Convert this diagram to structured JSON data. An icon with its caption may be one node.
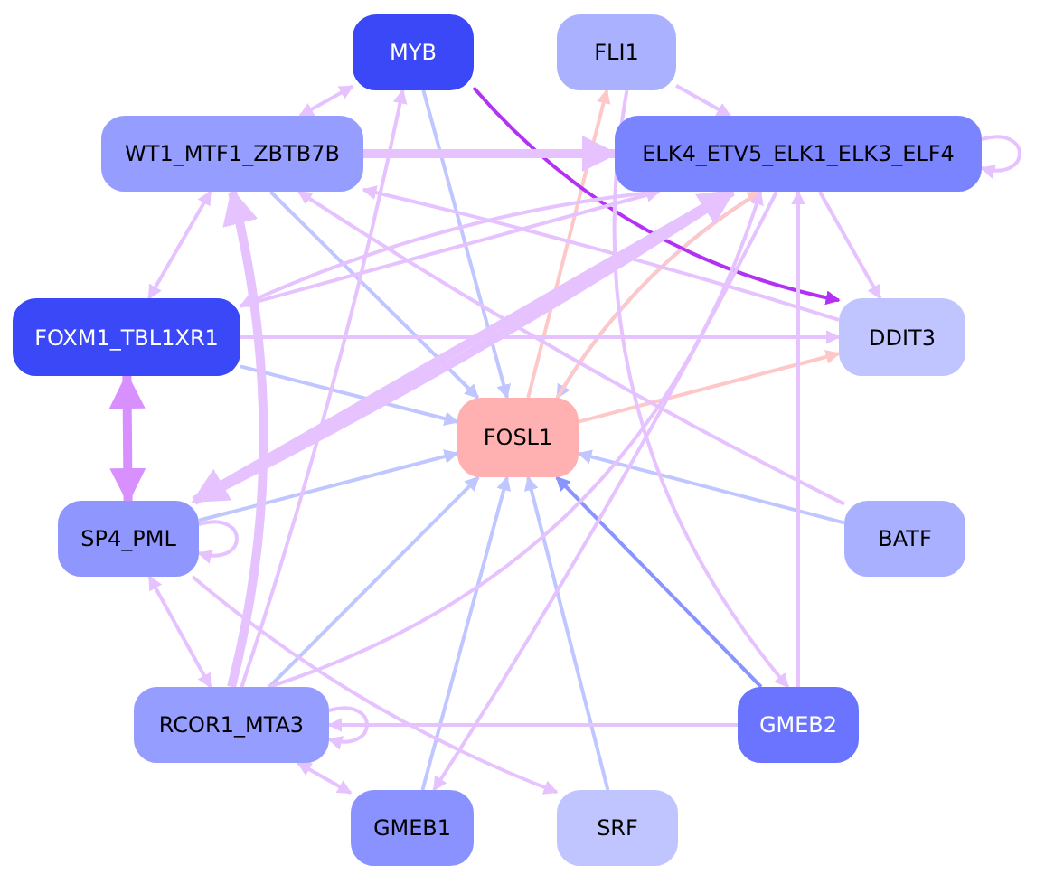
{
  "diagram": {
    "nodes": [
      {
        "text": [
          "MYB"
        ]
      },
      {
        "text": [
          "FLI1"
        ]
      },
      {
        "text": [
          "WT1_MTF1_ZBTB7B"
        ]
      },
      {
        "text": [
          "ELK4_ETV5_ELK1_ELK3_ELF4"
        ]
      },
      {
        "text": [
          "FOXM1_TBL1XR1"
        ]
      },
      {
        "text": [
          "DDIT3"
        ]
      },
      {
        "text": [
          "FOSL1"
        ]
      },
      {
        "text": [
          "SP4_PML"
        ]
      },
      {
        "text": [
          "BATF"
        ]
      },
      {
        "text": [
          "RCOR1_MTA3"
        ]
      },
      {
        "text": [
          "GMEB2"
        ]
      },
      {
        "text": [
          "GMEB1"
        ]
      },
      {
        "text": [
          "SRF"
        ]
      }
    ],
    "edges": [
      {
        "from": 0,
        "to": 6,
        "arrow": "to",
        "color": "#c0c6ff"
      },
      {
        "from": 2,
        "to": 6,
        "arrow": "to",
        "color": "#c0c6ff"
      },
      {
        "from": 4,
        "to": 6,
        "arrow": "to",
        "color": "#c0c6ff"
      },
      {
        "from": 7,
        "to": 6,
        "arrow": "to",
        "color": "#c0c6ff"
      },
      {
        "from": 8,
        "to": 6,
        "arrow": "to",
        "color": "#c0c6ff"
      },
      {
        "from": 9,
        "to": 6,
        "arrow": "to",
        "color": "#c0c6ff"
      },
      {
        "from": 11,
        "to": 6,
        "arrow": "to",
        "color": "#c0c6ff"
      },
      {
        "from": 12,
        "to": 6,
        "arrow": "to",
        "color": "#c0c6ff"
      },
      {
        "from": 3,
        "to": 6,
        "arrow": "to",
        "color": "#c0c6ff"
      },
      {
        "from": 10,
        "to": 6,
        "arrow": "to",
        "color": "#8a94ff"
      },
      {
        "from": 6,
        "to": 1,
        "arrow": "to",
        "color": "#ffc8c8"
      },
      {
        "from": 6,
        "to": 3,
        "arrow": "to",
        "color": "#ffc8c8"
      },
      {
        "from": 6,
        "to": 5,
        "arrow": "to",
        "color": "#ffc8c8"
      },
      {
        "from": 0,
        "to": 5,
        "arrow": "to",
        "color": "#b530f5"
      },
      {
        "from": 1,
        "to": 3,
        "arrow": "to"
      },
      {
        "from": 1,
        "to": 10,
        "arrow": "to"
      },
      {
        "from": 3,
        "to": 3,
        "arrow": "to"
      },
      {
        "from": 3,
        "to": 5,
        "arrow": "to"
      },
      {
        "from": 2,
        "to": 3,
        "arrow": "to",
        "style": "thick"
      },
      {
        "from": 2,
        "to": 0,
        "arrow": "both"
      },
      {
        "from": 2,
        "to": 4,
        "arrow": "both"
      },
      {
        "from": 4,
        "to": 7,
        "arrow": "both",
        "style": "thick",
        "color": "#d890ff"
      },
      {
        "from": 7,
        "to": 9,
        "arrow": "both"
      },
      {
        "from": 9,
        "to": 2,
        "arrow": "to",
        "style": "thick"
      },
      {
        "from": 9,
        "to": 0,
        "arrow": "to"
      },
      {
        "from": 9,
        "to": 9,
        "arrow": "to"
      },
      {
        "from": 7,
        "to": 7,
        "arrow": "to"
      },
      {
        "from": 9,
        "to": 11,
        "arrow": "both"
      },
      {
        "from": 10,
        "to": 9,
        "arrow": "to"
      },
      {
        "from": 7,
        "to": 12,
        "arrow": "to"
      },
      {
        "from": 10,
        "to": 3,
        "arrow": "to"
      },
      {
        "from": 7,
        "to": 3,
        "arrow": "to",
        "style": "thick"
      },
      {
        "from": 4,
        "to": 3,
        "arrow": "to"
      },
      {
        "from": 9,
        "to": 3,
        "arrow": "to"
      },
      {
        "from": 3,
        "to": 11,
        "arrow": "to"
      },
      {
        "from": 8,
        "to": 2,
        "arrow": "to"
      },
      {
        "from": 5,
        "to": 2,
        "arrow": "to"
      },
      {
        "from": 4,
        "to": 5,
        "arrow": "to"
      },
      {
        "from": 3,
        "to": 4,
        "arrow": "to"
      },
      {
        "from": 3,
        "to": 7,
        "arrow": "to",
        "style": "thick"
      }
    ]
  }
}
